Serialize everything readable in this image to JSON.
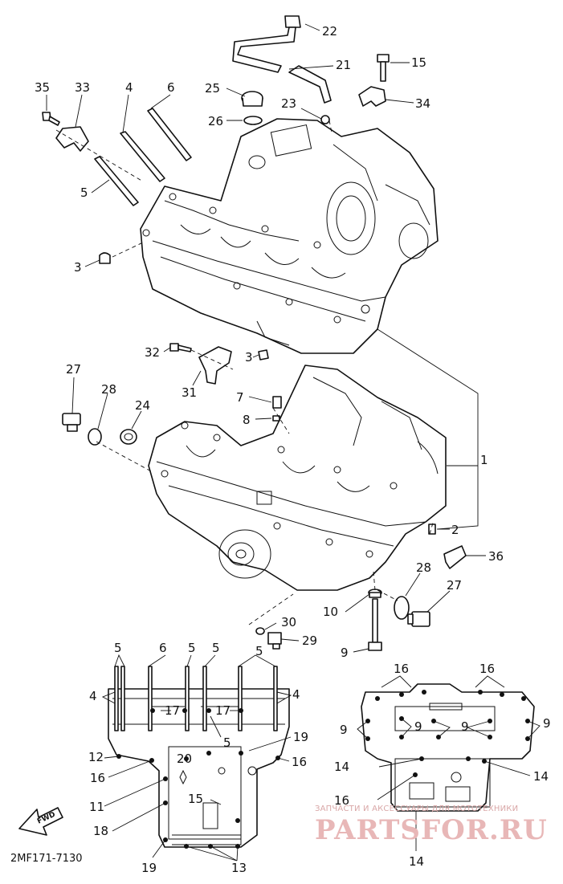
{
  "diagram_code": "2MF171-7130",
  "fwd_label": "FWD",
  "watermark": {
    "caption": "ЗАПЧАСТИ И АКСЕССУАРЫ ДЛЯ МОТОТЕХНИКИ",
    "logo": "PARTSFOR.RU"
  },
  "callouts": {
    "c1": "1",
    "c2": "2",
    "c3a": "3",
    "c3b": "3",
    "c4": "4",
    "c5": "5",
    "c6": "6",
    "c7": "7",
    "c8": "8",
    "c9": "9",
    "c10": "10",
    "c15": "15",
    "c21": "21",
    "c22": "22",
    "c23": "23",
    "c24": "24",
    "c25": "25",
    "c26": "26",
    "c27a": "27",
    "c27b": "27",
    "c28a": "28",
    "c28b": "28",
    "c29": "29",
    "c30": "30",
    "c31": "31",
    "c32": "32",
    "c33": "33",
    "c34": "34",
    "c35": "35",
    "c36": "36"
  },
  "left_detail": {
    "l5a": "5",
    "l6": "6",
    "l5b": "5",
    "l5c": "5",
    "l5d": "5",
    "l4a": "4",
    "l4b": "4",
    "l17a": "17",
    "l17b": "17",
    "l5e": "5",
    "l19a": "19",
    "l12": "12",
    "l20": "20",
    "l16a": "16",
    "l16b": "16",
    "l11": "11",
    "l15": "15",
    "l18": "18",
    "l19b": "19",
    "l13": "13"
  },
  "right_detail": {
    "r16a": "16",
    "r16b": "16",
    "r9a": "9",
    "r9b": "9",
    "r9c": "9",
    "r9d": "9",
    "r14a": "14",
    "r14b": "14",
    "r14c": "14",
    "r16c": "16"
  }
}
